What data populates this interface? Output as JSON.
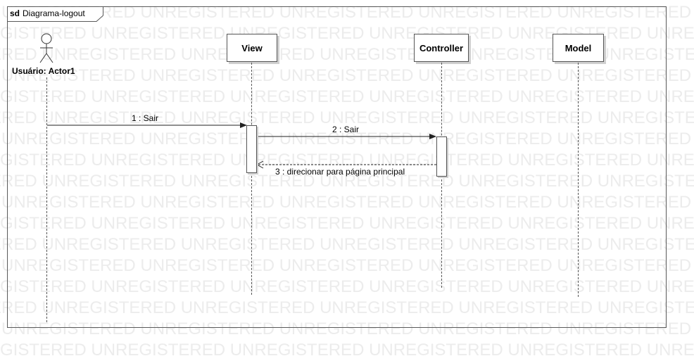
{
  "watermark": {
    "text": "UNREGISTERED UNREGISTERED UNREGISTERED UNREGISTERED UNREGISTERED UNREGISTERED"
  },
  "frame": {
    "keyword": "sd",
    "name": "Diagrama-logout"
  },
  "actor": {
    "label": "Usuário: Actor1"
  },
  "lifelines": [
    {
      "label": "View"
    },
    {
      "label": "Controller"
    },
    {
      "label": "Model"
    }
  ],
  "messages": [
    {
      "label": "1 : Sair"
    },
    {
      "label": "2 : Sair"
    },
    {
      "label": "3 : direcionar para página principal"
    }
  ]
}
